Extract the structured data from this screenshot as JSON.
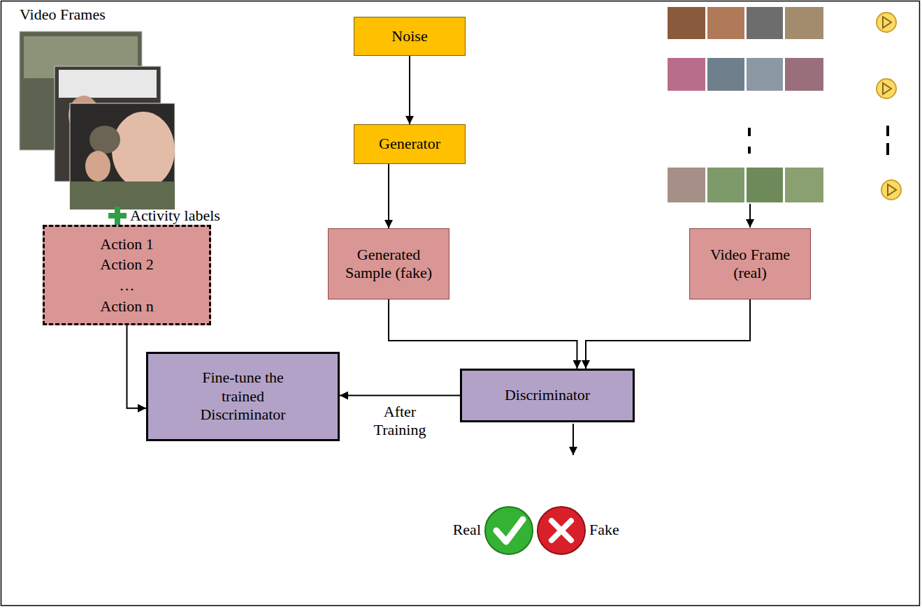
{
  "diagram": {
    "nodes": [
      {
        "text": [
          "Noise"
        ]
      },
      {
        "text": [
          "Generator"
        ]
      },
      {
        "text": [
          "Generated Sample (fake)"
        ]
      },
      {
        "text": [
          "Video Frame (real)"
        ]
      },
      {
        "text": [
          "Action 1",
          "Action 2",
          "…",
          "Action n"
        ]
      },
      {
        "text": [
          "Discriminator"
        ]
      },
      {
        "text": [
          "Fine-tune the trained Discriminator"
        ]
      }
    ],
    "edges": [
      {
        "from": 0,
        "to": 1,
        "arrow": "to"
      },
      {
        "from": 1,
        "to": 2,
        "arrow": "to"
      },
      {
        "from": 2,
        "to": 5,
        "arrow": "to"
      },
      {
        "from": 3,
        "to": 5,
        "arrow": "to"
      },
      {
        "from": 5,
        "to": 6,
        "label": "After Training",
        "arrow": "to"
      },
      {
        "from": 4,
        "to": 6,
        "arrow": "to"
      }
    ],
    "labels": [
      "Video Frames",
      "Activity labels",
      "Real",
      "Fake"
    ]
  }
}
